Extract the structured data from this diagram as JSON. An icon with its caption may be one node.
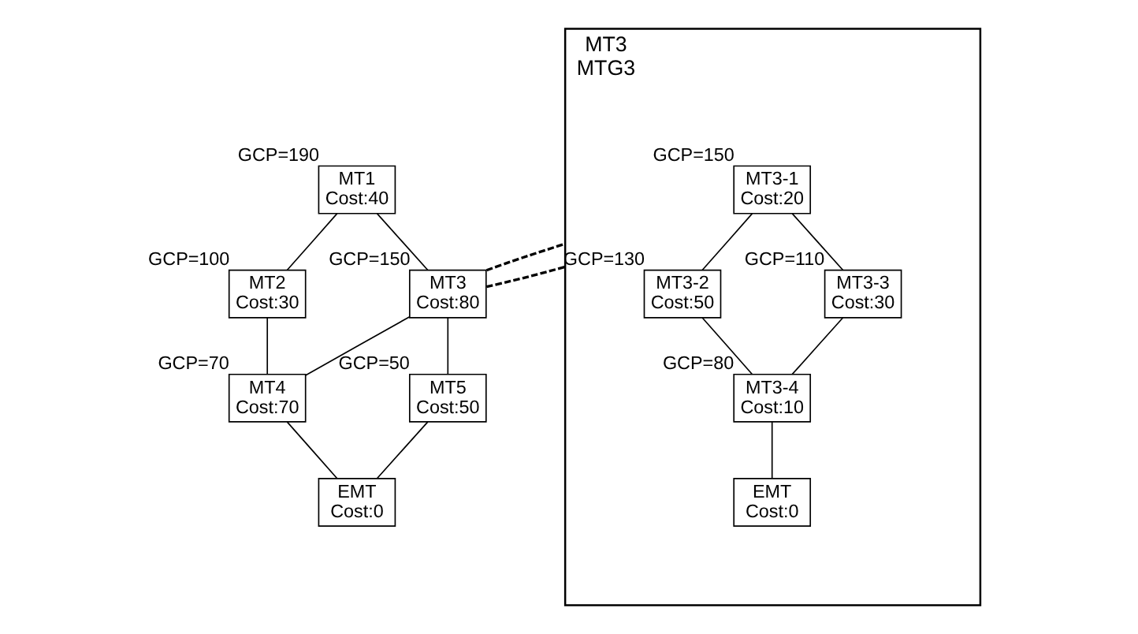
{
  "diagram": {
    "nodes": [
      {
        "text": [
          "MT1",
          "Cost:40"
        ],
        "beside": [
          "GCP=190"
        ]
      },
      {
        "text": [
          "MT2",
          "Cost:30"
        ],
        "beside": [
          "GCP=100"
        ]
      },
      {
        "text": [
          "MT3",
          "Cost:80"
        ],
        "beside": [
          "GCP=150"
        ]
      },
      {
        "text": [
          "MT4",
          "Cost:70"
        ],
        "beside": [
          "GCP=70"
        ]
      },
      {
        "text": [
          "MT5",
          "Cost:50"
        ],
        "beside": [
          "GCP=50"
        ]
      },
      {
        "text": [
          "EMT",
          "Cost:0"
        ]
      },
      {
        "text": [
          "MT3",
          "MTG3"
        ]
      },
      {
        "text": [
          "MT3-1",
          "Cost:20"
        ],
        "beside": [
          "GCP=150"
        ],
        "in": 6
      },
      {
        "text": [
          "MT3-2",
          "Cost:50"
        ],
        "beside": [
          "GCP=130"
        ],
        "in": 6
      },
      {
        "text": [
          "MT3-3",
          "Cost:30"
        ],
        "beside": [
          "GCP=110"
        ],
        "in": 6
      },
      {
        "text": [
          "MT3-4",
          "Cost:10"
        ],
        "beside": [
          "GCP=80"
        ],
        "in": 6
      },
      {
        "text": [
          "EMT",
          "Cost:0"
        ],
        "in": 6
      }
    ],
    "edges": [
      {
        "from": 0,
        "to": 1,
        "arrow": "none"
      },
      {
        "from": 0,
        "to": 2,
        "arrow": "none"
      },
      {
        "from": 1,
        "to": 3,
        "arrow": "none"
      },
      {
        "from": 2,
        "to": 3,
        "arrow": "none"
      },
      {
        "from": 2,
        "to": 4,
        "arrow": "none"
      },
      {
        "from": 3,
        "to": 5,
        "arrow": "none"
      },
      {
        "from": 4,
        "to": 5,
        "arrow": "none"
      },
      {
        "from": 2,
        "to": 6,
        "arrow": "none",
        "style": "dashed"
      },
      {
        "from": 2,
        "to": 6,
        "arrow": "none",
        "style": "dashed"
      },
      {
        "from": 7,
        "to": 8,
        "arrow": "none"
      },
      {
        "from": 7,
        "to": 9,
        "arrow": "none"
      },
      {
        "from": 8,
        "to": 10,
        "arrow": "none"
      },
      {
        "from": 9,
        "to": 10,
        "arrow": "none"
      },
      {
        "from": 10,
        "to": 11,
        "arrow": "none"
      }
    ]
  }
}
